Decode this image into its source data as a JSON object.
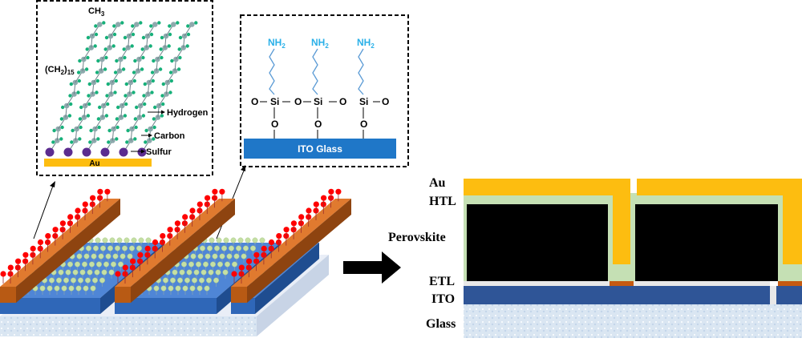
{
  "sam_inset": {
    "top_label": "CH",
    "top_sub": "3",
    "chain_label_a": "(CH",
    "chain_label_sub": "2",
    "chain_label_b": ")",
    "chain_label_n": "15",
    "hydrogen": "Hydrogen",
    "carbon": "Carbon",
    "sulfur": "Sulfur",
    "substrate": "Au"
  },
  "silane_inset": {
    "amine": "NH",
    "amine_sub": "2",
    "oxygen": "O",
    "silicon": "Si",
    "substrate": "ITO Glass"
  },
  "stack_labels": {
    "au": "Au",
    "htl": "HTL",
    "perovskite": "Perovskite",
    "etl": "ETL",
    "ito": "ITO",
    "glass": "Glass"
  },
  "colors": {
    "gold": "#fdbd10",
    "htl": "#c5e0b4",
    "perovskite": "#000000",
    "etl": "#c55a11",
    "ito": "#2f5597",
    "ito_glass": "#1f77c8",
    "glass": "#dae6f2",
    "amine": "#2ab0e8",
    "sam_red": "#ff0000",
    "sam_green": "#c6e0a4"
  }
}
